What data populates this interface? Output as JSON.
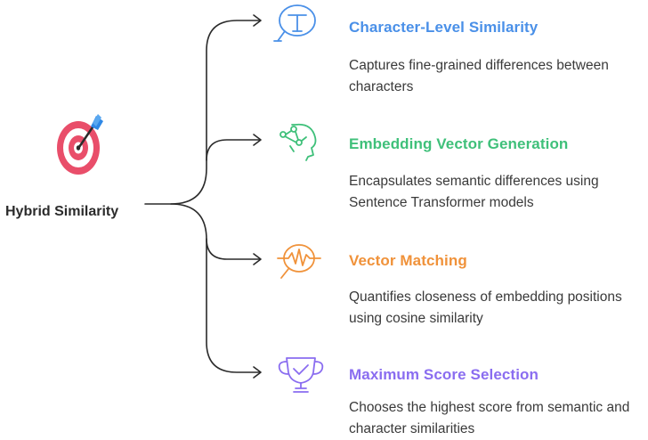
{
  "root": {
    "label": "Hybrid Similarity",
    "icon": "target-dart-icon"
  },
  "branches": [
    {
      "title": "Character-Level Similarity",
      "description": "Captures fine-grained differences between characters",
      "color": "#4a90e8",
      "icon": "text-magnifier-icon"
    },
    {
      "title": "Embedding Vector Generation",
      "description": "Encapsulates semantic differences using Sentence Transformer models",
      "color": "#3fc07a",
      "icon": "head-network-icon"
    },
    {
      "title": "Vector Matching",
      "description": "Quantifies closeness of embedding positions using cosine similarity",
      "color": "#f0923a",
      "icon": "waveform-magnifier-icon"
    },
    {
      "title": "Maximum Score Selection",
      "description": "Chooses the highest score from semantic and character similarities",
      "color": "#8a6df0",
      "icon": "trophy-check-icon"
    }
  ]
}
